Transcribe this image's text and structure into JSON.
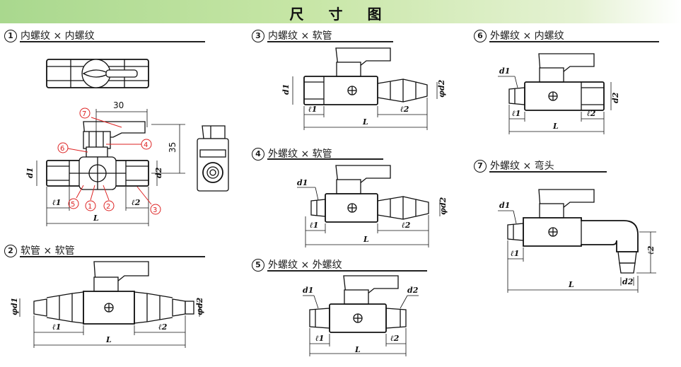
{
  "page_title": "尺 寸 图",
  "sections": [
    {
      "num": "1",
      "title": "内螺纹 × 内螺纹"
    },
    {
      "num": "2",
      "title": "软管 × 软管"
    },
    {
      "num": "3",
      "title": "内螺纹 × 软管"
    },
    {
      "num": "4",
      "title": "外螺纹 × 软管"
    },
    {
      "num": "5",
      "title": "外螺纹 × 外螺纹"
    },
    {
      "num": "6",
      "title": "外螺纹 × 内螺纹"
    },
    {
      "num": "7",
      "title": "外螺纹 × 弯头"
    }
  ],
  "labels": {
    "L": "L",
    "l1": "ℓ1",
    "l2": "ℓ2",
    "d1": "d1",
    "d2": "d2",
    "phi_d1": "φd1",
    "phi_d2": "φd2",
    "dim_30": "30",
    "dim_35": "35"
  },
  "callouts": [
    "1",
    "2",
    "3",
    "4",
    "5",
    "6",
    "7"
  ],
  "colors": {
    "banner": "#a9d88e",
    "callout": "#d22222",
    "line": "#111111"
  }
}
